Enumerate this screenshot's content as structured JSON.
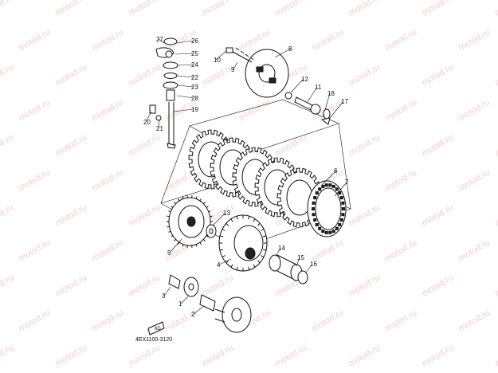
{
  "watermark": {
    "text": "motod.ru"
  },
  "diagram": {
    "code": "4EX1100-3120",
    "ref_tag": "6D",
    "callouts": [
      "1",
      "2",
      "3",
      "4",
      "5",
      "6",
      "7",
      "8",
      "9",
      "10",
      "11",
      "12",
      "13",
      "14",
      "15",
      "16",
      "17",
      "18",
      "19",
      "20",
      "21",
      "22",
      "23",
      "24",
      "25",
      "26",
      "27",
      "28"
    ]
  },
  "colors": {
    "ink": "#111111",
    "watermark": "#f2cfcf",
    "background": "#ffffff"
  }
}
